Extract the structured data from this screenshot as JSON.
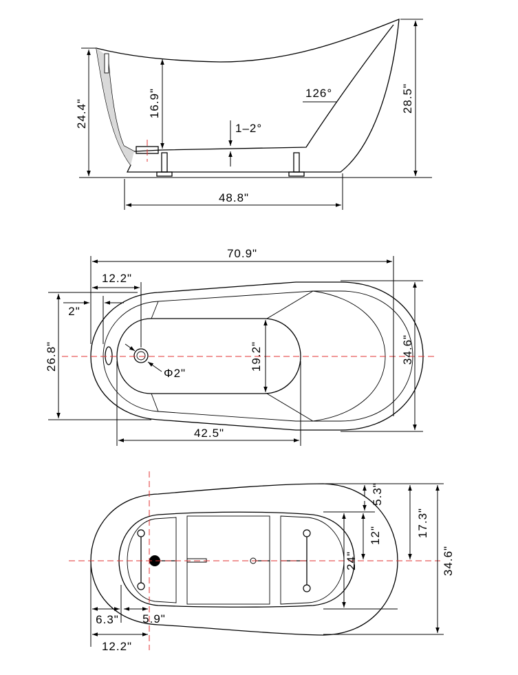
{
  "side_view": {
    "total_height": "28.5\"",
    "rim_height": "24.4\"",
    "interior_depth": "16.9\"",
    "back_angle": "126°",
    "floor_slope": "1–2°",
    "base_length": "48.8\""
  },
  "top_view": {
    "overall_length": "70.9\"",
    "drain_offset": "12.2\"",
    "rim_thickness": "2\"",
    "width_at_drain_end": "26.8\"",
    "drain_diameter": "Φ2\"",
    "interior_width": "19.2\"",
    "interior_length": "42.5\"",
    "overall_width": "34.6\""
  },
  "bottom_view": {
    "edge_to_feet": "5.3\"",
    "half_width": "17.3\"",
    "overall_width": "34.6\"",
    "feet_half_spacing": "12\"",
    "feet_spacing": "24\"",
    "end_offset": "6.3\"",
    "drain_to_feet": "5.9\"",
    "drain_offset": "12.2\""
  }
}
